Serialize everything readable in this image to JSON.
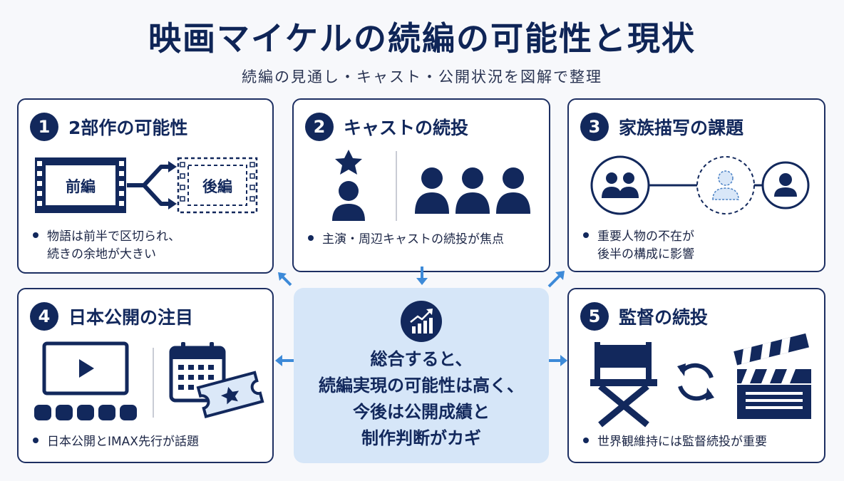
{
  "header": {
    "title": "映画マイケルの続編の可能性と現状",
    "subtitle": "続編の見通し・キャスト・公開状況を図解で整理"
  },
  "cards": [
    {
      "num": "1",
      "title": "2部作の可能性",
      "bullet_line1": "物語は前半で区切られ、",
      "bullet_line2": "続きの余地が大きい",
      "label_a": "前編",
      "label_b": "後編"
    },
    {
      "num": "2",
      "title": "キャストの続投",
      "bullet_line1": "主演・周辺キャストの続投が焦点"
    },
    {
      "num": "3",
      "title": "家族描写の課題",
      "bullet_line1": "重要人物の不在が",
      "bullet_line2": "後半の構成に影響"
    },
    {
      "num": "4",
      "title": "日本公開の注目",
      "bullet_line1": "日本公開とIMAX先行が話題"
    },
    {
      "num": "5",
      "title": "監督の続投",
      "bullet_line1": "世界観維持には監督続投が重要"
    }
  ],
  "center": {
    "line1": "総合すると、",
    "line2": "続編実現の可能性は高く、",
    "line3": "今後は公開成績と",
    "line4": "制作判断がカギ"
  },
  "colors": {
    "navy": "#12285c",
    "accent_blue": "#3d8ad8",
    "center_bg": "#d6e6f8"
  }
}
